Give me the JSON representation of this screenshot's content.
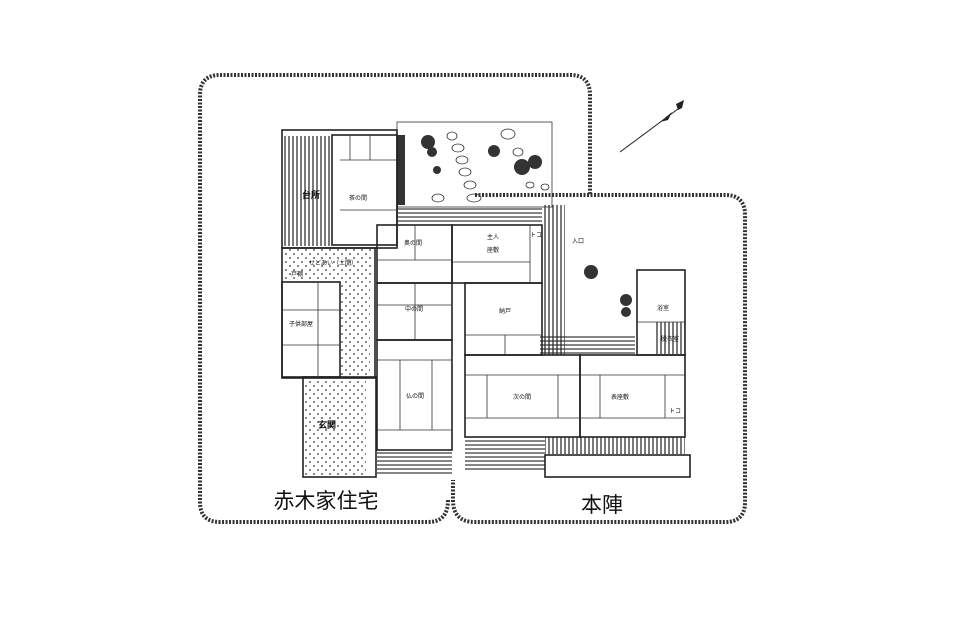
{
  "zones": {
    "left_label": "赤木家住宅",
    "right_label": "本陣"
  },
  "rooms": {
    "kitchen": "台所",
    "chanoma": "茶の間",
    "sedoai": "せどあい（土間）",
    "todana": "戸棚",
    "kodomo": "子供部屋",
    "genkan": "玄関",
    "oku": "奥の間",
    "shujin_top": "主人",
    "shujin_bottom": "座敷",
    "toko1": "トコ",
    "iriguchi": "入口",
    "naka": "中の間",
    "butsu": "仏の間",
    "nando": "納戸",
    "tsugi": "次の間",
    "omote": "表座敷",
    "yoku": "浴室",
    "datsui": "脱衣室",
    "toko2": "トコ"
  },
  "colors": {
    "line": "#222222",
    "background": "#ffffff"
  }
}
